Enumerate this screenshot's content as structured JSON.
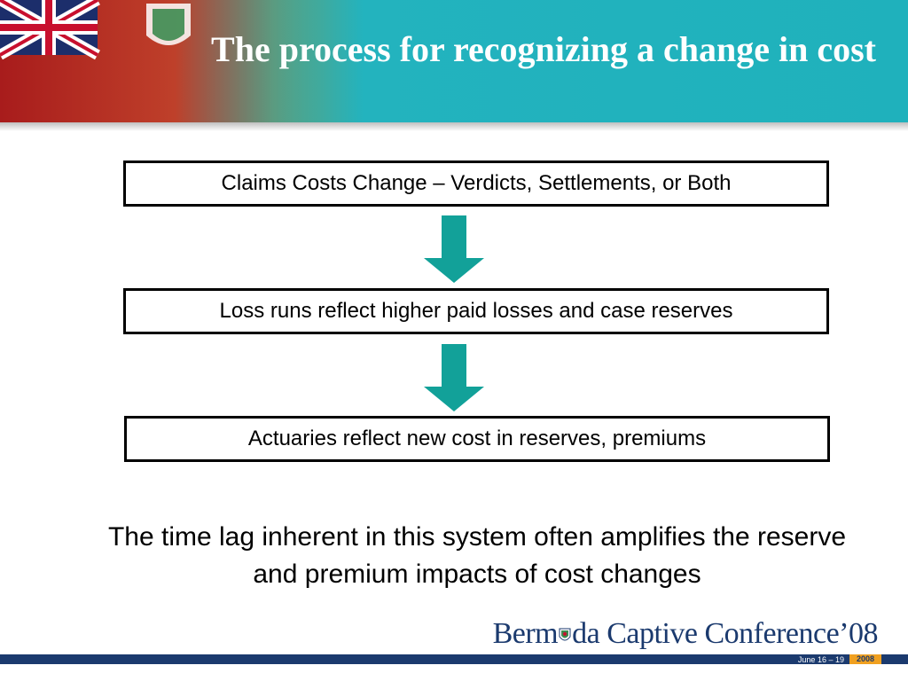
{
  "title": "The process for recognizing a change in cost",
  "flow": [
    "Claims Costs Change – Verdicts, Settlements, or Both",
    "Loss runs reflect higher paid losses and case reserves",
    "Actuaries reflect new cost in reserves, premiums"
  ],
  "note": "The time lag inherent in this system often amplifies the reserve and premium impacts of cost changes",
  "footer": {
    "brand_start": "Berm",
    "brand_end": "da Captive Conference’08",
    "dates": "June 16 – 19",
    "year": "2008"
  },
  "colors": {
    "banner": "#1fb1bc",
    "arrow": "#12a199",
    "brand": "#1b3a6e",
    "year_tab": "#f0a020"
  },
  "icons": {
    "header": "bermuda-flag-graphic",
    "arrow": "down-arrow-icon",
    "crest": "bermuda-crest-icon"
  }
}
